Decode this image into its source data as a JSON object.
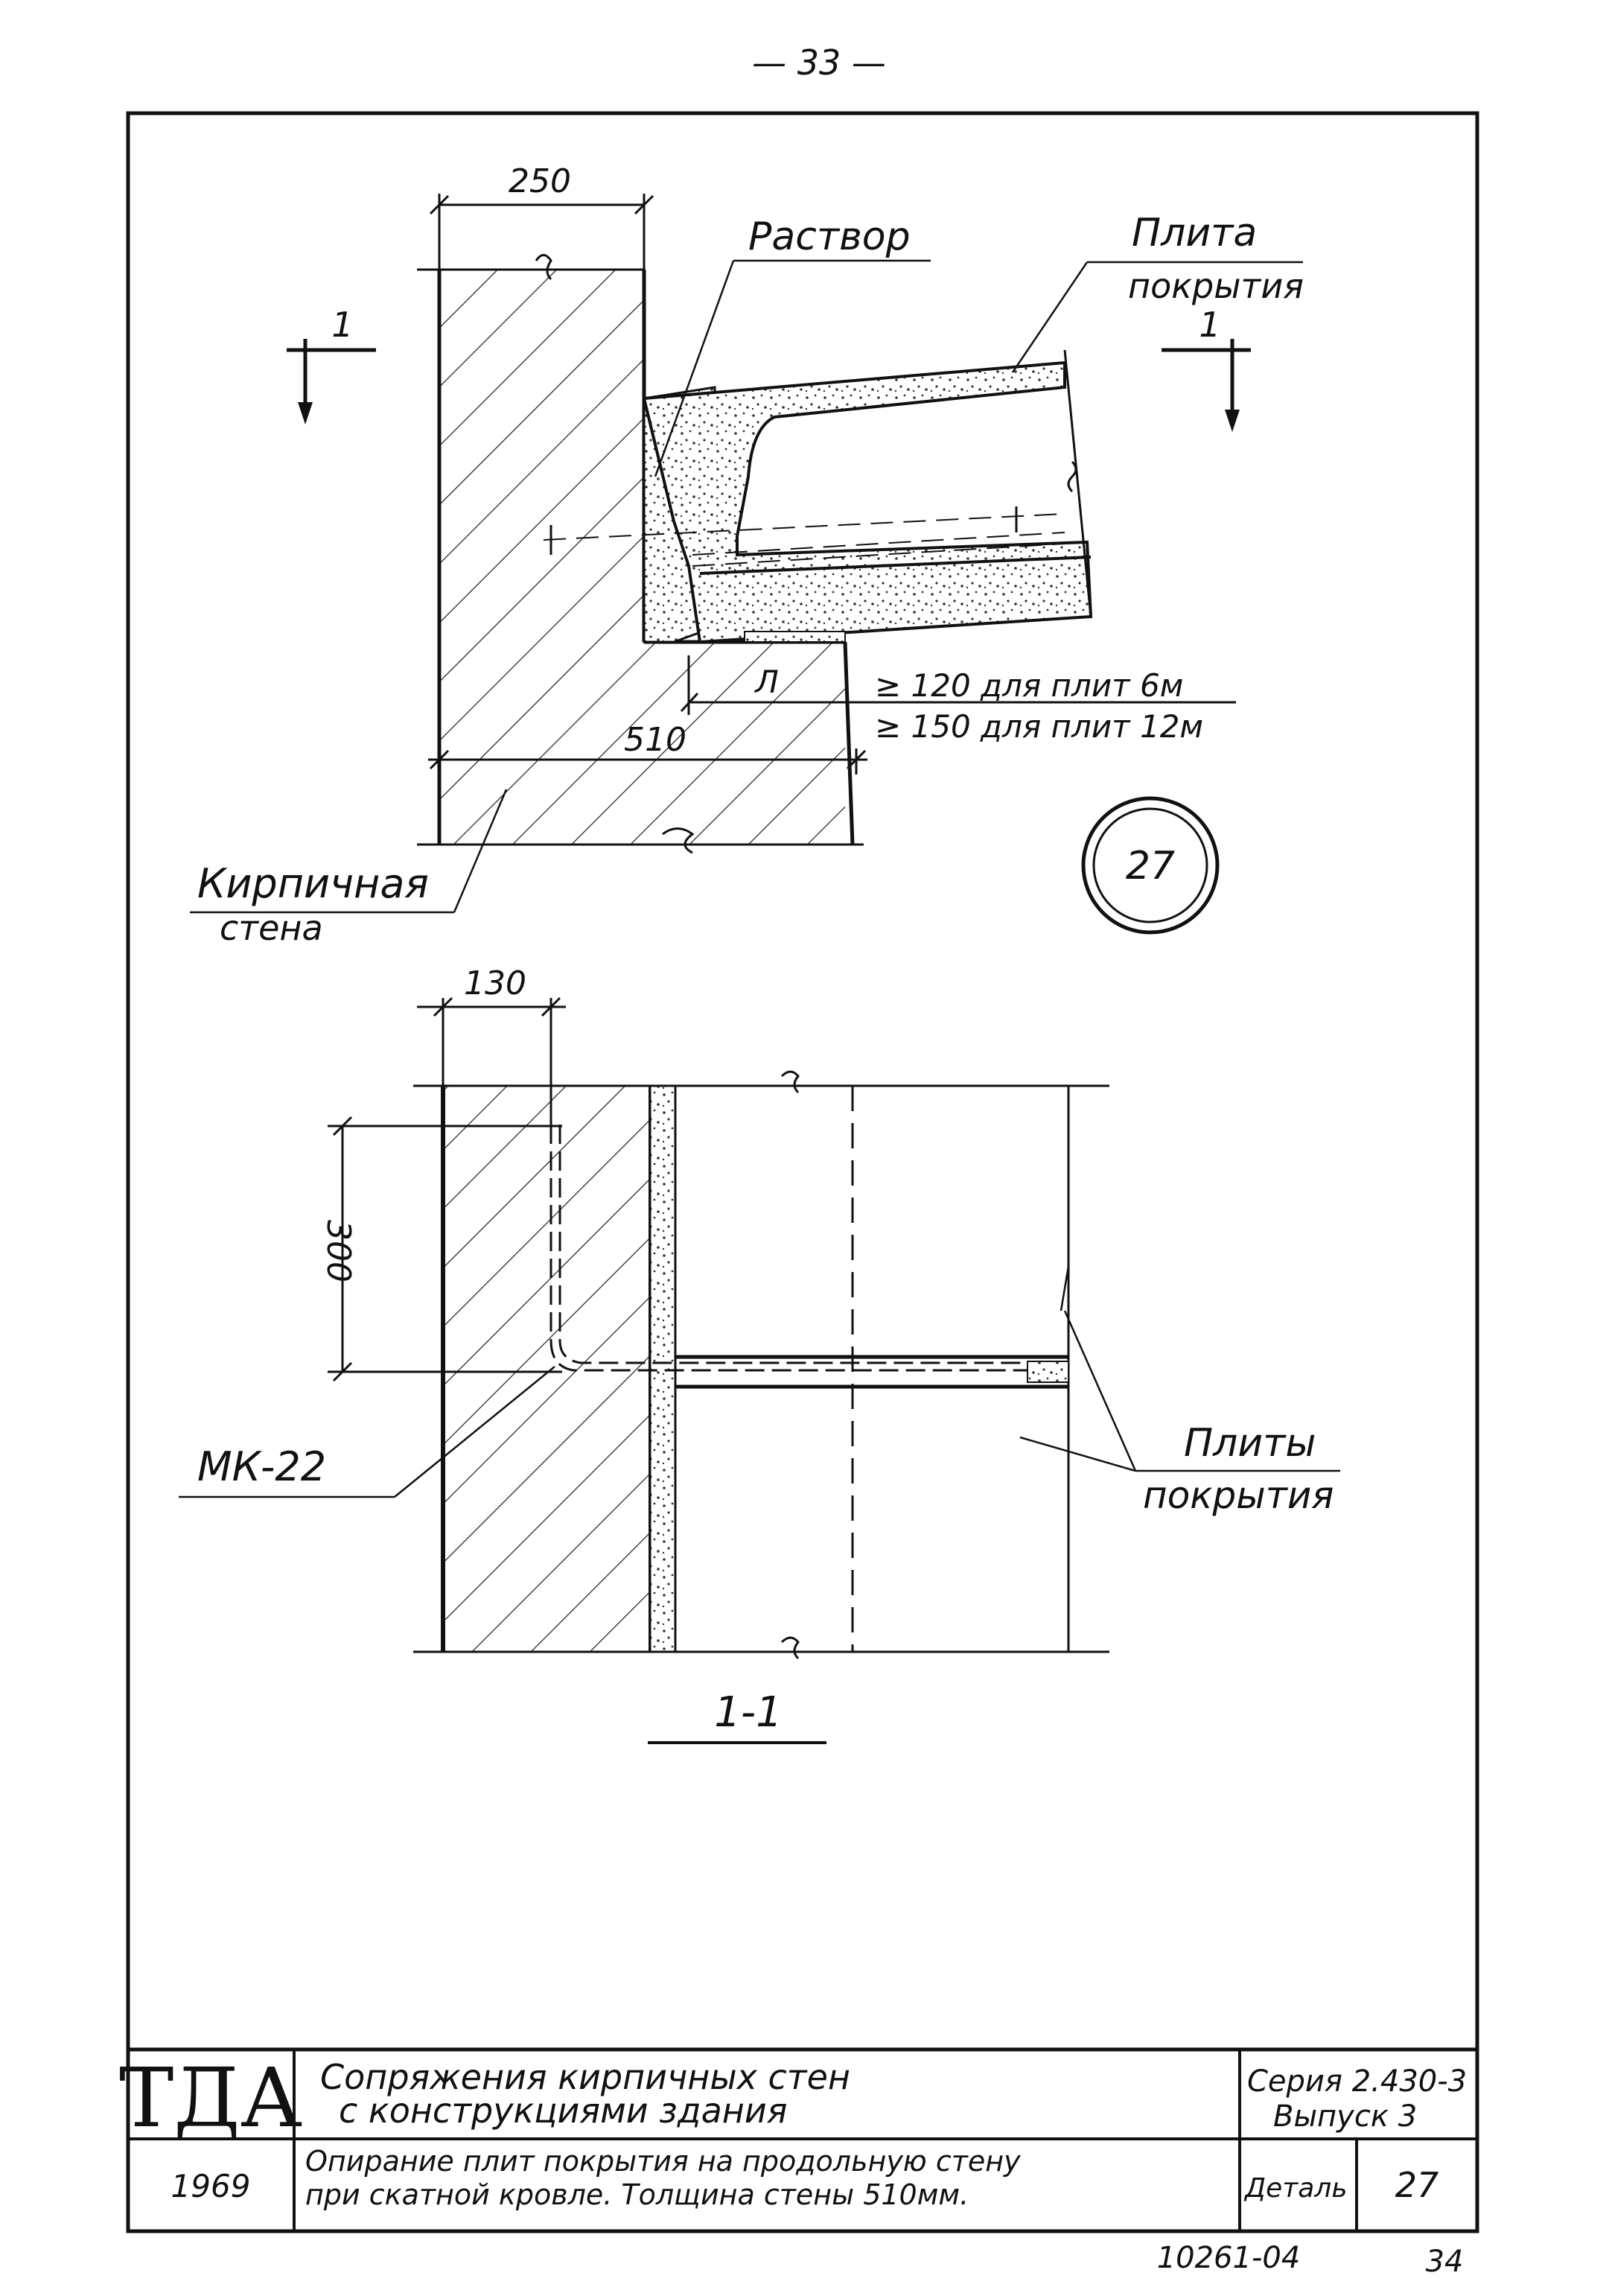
{
  "page": {
    "number": "— 33 —",
    "bottom_code": "10261-04",
    "bottom_page": "34"
  },
  "upper_detail": {
    "dim_top": "250",
    "dim_bottom": "510",
    "label_mortar": "Раствор",
    "label_slab_line1": "Плита",
    "label_slab_line2": "покрытия",
    "section_left_mark": "1",
    "section_right_mark": "1",
    "anchor_mark": "Л",
    "bearing_note_1": "≥ 120 для плит 6м",
    "bearing_note_2": "≥ 150 для плит 12м",
    "wall_label_line1": "Кирпичная",
    "wall_label_line2": "стена",
    "detail_number": "27"
  },
  "lower_section": {
    "dim_top": "130",
    "dim_side": "300",
    "anchor_label": "МК-22",
    "slabs_label_line1": "Плиты",
    "slabs_label_line2": "покрытия",
    "section_title": "1-1"
  },
  "title_block": {
    "org": "ТДА",
    "year": "1969",
    "title_line1": "Сопряжения кирпичных стен",
    "title_line2": "с конструкциями здания",
    "subtitle_line1": "Опирание плит покрытия на продольную стену",
    "subtitle_line2": "при скатной кровле. Толщина стены 510мм.",
    "series_line1": "Серия 2.430-3",
    "series_line2": "Выпуск 3",
    "detail_label": "Деталь",
    "detail_value": "27"
  }
}
